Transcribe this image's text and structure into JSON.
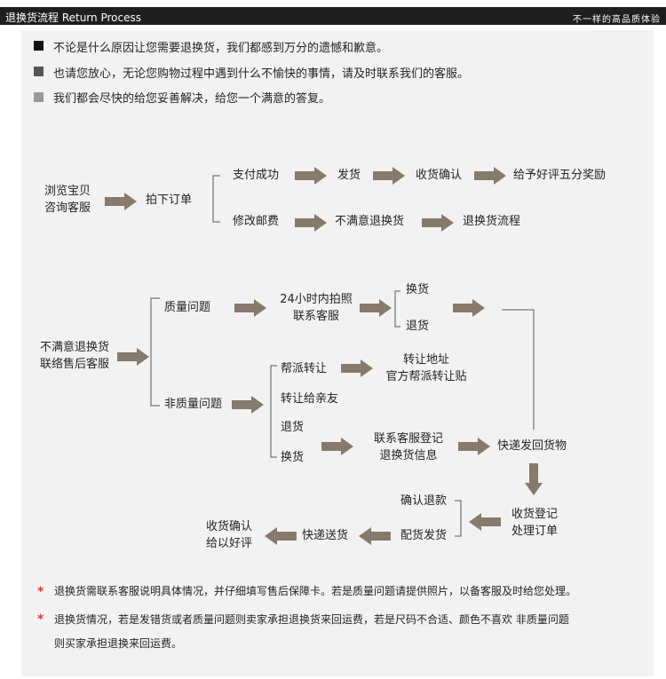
{
  "header": {
    "title": "退换货流程  Return Process",
    "slogan": "不一样的高品质体验"
  },
  "intro": [
    {
      "text": "不论是什么原因让您需要退换货，我们都感到万分的遗憾和歉意。",
      "color": "#111111"
    },
    {
      "text": "也请您放心，无论您购物过程中遇到什么不愉快的事情，请及时联系我们的客服。",
      "color": "#555555"
    },
    {
      "text": "我们都会尽快的给您妥善解决，给您一个满意的答复。",
      "color": "#999999"
    }
  ],
  "flow1": {
    "start": "浏览宝贝\n咨询客服",
    "order": "拍下订单",
    "pay_ok": "支付成功",
    "ship": "发货",
    "confirm": "收货确认",
    "review": "给予好评五分奖励",
    "change_postage": "修改邮费",
    "unhappy": "不满意退换货",
    "return_flow": "退换货流程"
  },
  "flow2": {
    "start": "不满意退换货\n联络售后客服",
    "quality": "质量问题",
    "photo": "24小时内拍照\n联系客服",
    "exchange": "换货",
    "refund": "退货",
    "non_quality": "非质量问题",
    "help_transfer": "帮派转让",
    "transfer_addr": "转让地址\n官方帮派转让贴",
    "transfer_friend": "转让给亲友",
    "refund2": "退货",
    "exchange2": "换货",
    "register": "联系客服登记\n退换货信息",
    "express_back": "快递发回货物",
    "receive_register": "收货登记\n处理订单",
    "confirm_refund": "确认退款",
    "ship_goods": "配货发货",
    "express_send": "快递送货",
    "confirm_receipt": "收货确认\n给以好评"
  },
  "notes": [
    "退换货需联系客服说明具体情况，并仔细填写售后保障卡。若是质量问题请提供照片，以备客服及时给您处理。",
    "退换货情况，若是发错货或者质量问题则卖家承担退换货来回运费，若是尺码不合适、颜色不喜欢  非质量问题",
    "则买家承担退换来回运费。"
  ],
  "colors": {
    "arrow": "#857a6b",
    "line": "#555555",
    "star": "#e53935"
  }
}
